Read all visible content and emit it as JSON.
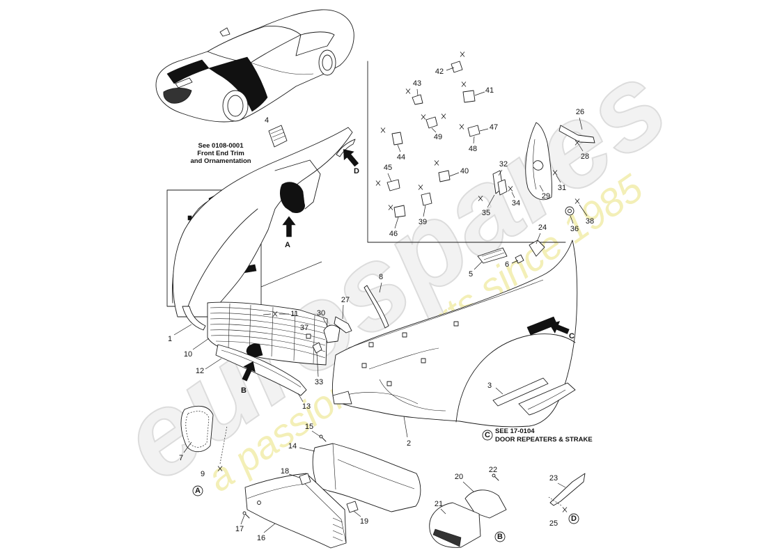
{
  "diagram": {
    "part_numbers": [
      "1",
      "2",
      "3",
      "4",
      "5",
      "6",
      "7",
      "8",
      "9",
      "10",
      "11",
      "12",
      "13",
      "14",
      "15",
      "16",
      "17",
      "18",
      "19",
      "20",
      "21",
      "22",
      "23",
      "24",
      "25",
      "26",
      "27",
      "28",
      "29",
      "30",
      "31",
      "32",
      "33",
      "34",
      "35",
      "36",
      "37",
      "38",
      "39",
      "40",
      "41",
      "42",
      "43",
      "44",
      "45",
      "46",
      "47",
      "48",
      "49"
    ],
    "arrow_labels": [
      "A",
      "B",
      "C",
      "D"
    ],
    "detail_refs": [
      "A",
      "B",
      "C",
      "D"
    ],
    "notes": {
      "front_end_trim": [
        "See 0108-0001",
        "Front End Trim",
        "and Ornamentation"
      ],
      "door_repeaters": [
        "SEE 17-0104",
        "DOOR REPEATERS & STRAKE"
      ]
    }
  },
  "watermark": {
    "brand": "eurospares",
    "tagline": "a passion for parts since 1985"
  },
  "colors": {
    "background": "#ffffff",
    "line": "#1a1a1a",
    "solid_fill": "#111111",
    "watermark_brand": "#dcdcdc",
    "watermark_tagline": "#efeaa0"
  }
}
